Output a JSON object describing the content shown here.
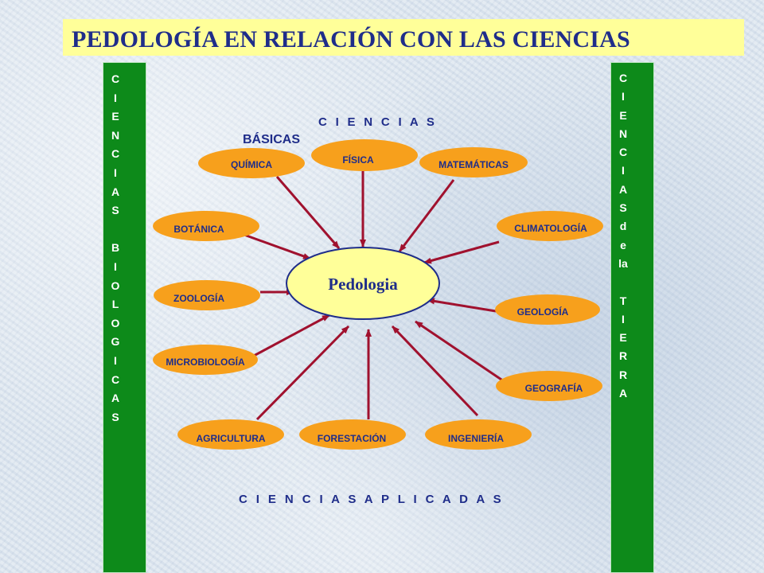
{
  "title": "PEDOLOGÍA EN RELACIÓN CON LAS CIENCIAS",
  "left_bar_text": "C\nI\nE\nN\nC\nI\nA\nS\n \nB\nI\nO\nL\nO\nG\nI\nC\nA\nS",
  "right_bar_text": "C\nI\nE\nN\nC\nI\nA\nS\nd\ne\nla\n \nT\nI\nE\nR\nR\nA",
  "label_ciencias": "C I E N C I A S",
  "label_basicas": "BÁSICAS",
  "label_aplicadas": "C I E N C I A S   A P L I C A D A S",
  "center": "Pedologia",
  "nodes": [
    "QUÍMICA",
    "FÍSICA",
    "MATEMÁTICAS",
    "BOTÁNICA",
    "CLIMATOLOGÍA",
    "ZOOLOGÍA",
    "GEOLOGÍA",
    "MICROBIOLOGÍA",
    "GEOGRAFÍA",
    "AGRICULTURA",
    "FORESTACIÓN",
    "INGENIERÍA"
  ],
  "colors": {
    "oval": "#f7a01c",
    "center": "#ffff99",
    "arrow": "#a0112e",
    "text": "#1f2d8a",
    "bar": "#0d8a1a",
    "title_band": "#ffff99"
  }
}
